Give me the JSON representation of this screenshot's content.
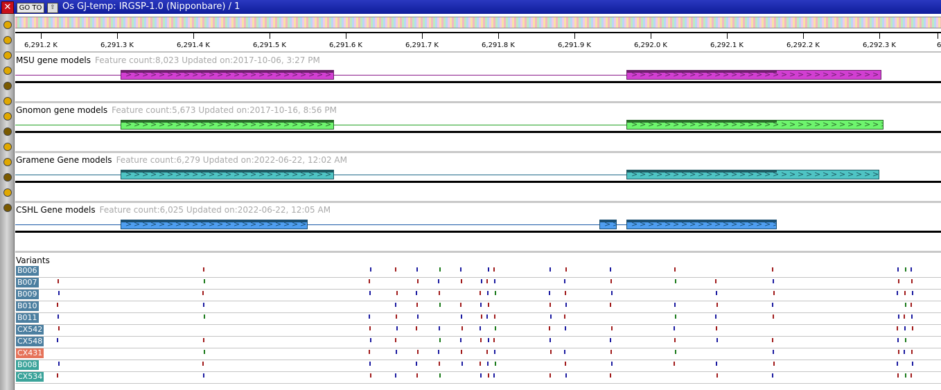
{
  "window": {
    "title": "Os GJ-temp: IRGSP-1.0 (Nipponbare) / 1",
    "goto_label": "GO TO",
    "close_glyph": "✕",
    "upload_glyph": "⇧"
  },
  "rail": {
    "dot_colors": [
      "#e0a800",
      "#e0a800",
      "#e0a800",
      "#e0a800",
      "#7a5a00",
      "#e0a800",
      "#e0a800",
      "#7a5a00",
      "#e0a800",
      "#e0a800",
      "#7a5a00",
      "#e0a800",
      "#7a5a00"
    ]
  },
  "ruler": {
    "labels": [
      "6,291.2 K",
      "6,291.3 K",
      "6,291.4 K",
      "6,291.5 K",
      "6,291.6 K",
      "6,291.7 K",
      "6,291.8 K",
      "6,291.9 K",
      "6,292.0 K",
      "6,292.1 K",
      "6,292.2 K",
      "6,292.3 K",
      "6"
    ]
  },
  "tracks": [
    {
      "name": "MSU gene models",
      "meta": "Feature count:8,023  Updated on:2017-10-06, 3:27 PM",
      "color": "#d23fd2",
      "dark": "#6e206e",
      "line": "#8a1a8a"
    },
    {
      "name": "Gnomon gene models",
      "meta": "Feature count:5,673  Updated on:2017-10-16, 8:56 PM",
      "color": "#6ef56e",
      "dark": "#2a6a2a",
      "line": "#1fa01f"
    },
    {
      "name": "Gramene Gene models",
      "meta": "Feature count:6,279  Updated on:2022-06-22, 12:02 AM",
      "color": "#4fc4c4",
      "dark": "#1f5a62",
      "line": "#1f6a8a"
    },
    {
      "name": "CSHL Gene models",
      "meta": "Feature count:6,025  Updated on:2022-06-22, 12:05 AM",
      "color": "#4f9ef0",
      "dark": "#1a4e72",
      "line": "#1a5aa8"
    }
  ],
  "variants": {
    "title": "Variants",
    "samples": [
      {
        "name": "B006",
        "color": "#4c7fa0"
      },
      {
        "name": "B007",
        "color": "#4c7fa0"
      },
      {
        "name": "B009",
        "color": "#4c7fa0"
      },
      {
        "name": "B010",
        "color": "#4c7fa0"
      },
      {
        "name": "B011",
        "color": "#4c7fa0"
      },
      {
        "name": "CX542",
        "color": "#4c7fa0"
      },
      {
        "name": "CX548",
        "color": "#4c7fa0"
      },
      {
        "name": "CX431",
        "color": "#e6735a"
      },
      {
        "name": "B008",
        "color": "#3aa39a"
      },
      {
        "name": "CX534",
        "color": "#3aa39a"
      }
    ]
  }
}
